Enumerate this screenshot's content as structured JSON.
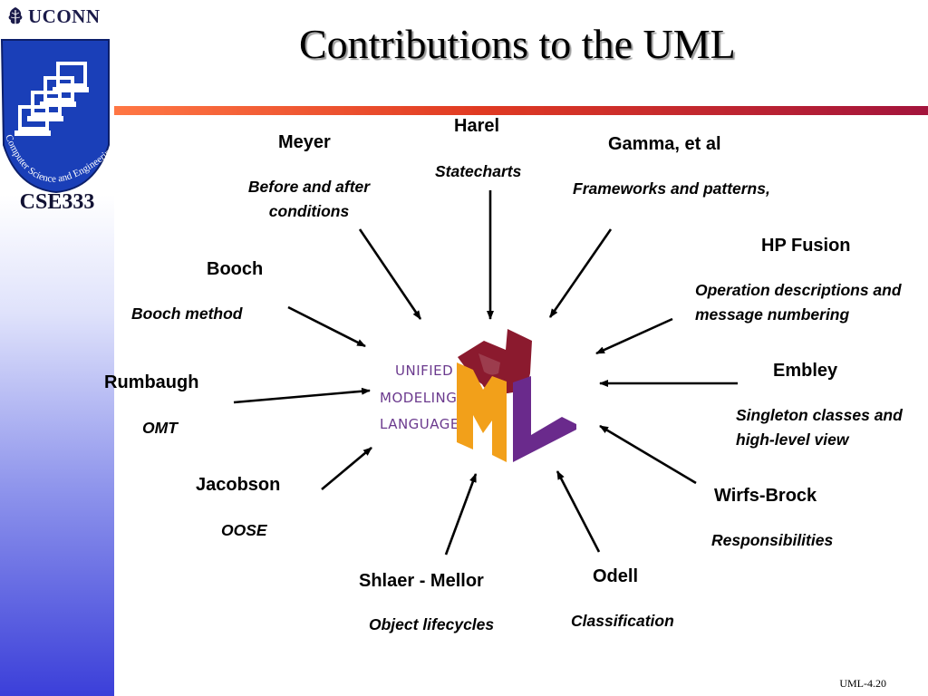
{
  "header": {
    "title": "Contributions to the UML"
  },
  "sidebar": {
    "institution": "UCONN",
    "seal_text": "Computer Science and Engineering",
    "course_code": "CSE333"
  },
  "center_logo": {
    "lines": [
      "UNIFIED",
      "MODELING",
      "LANGUAGE"
    ],
    "letters": [
      "U",
      "M",
      "L"
    ],
    "colors": {
      "U": "#8b1a2e",
      "M": "#f2a01a",
      "L": "#6a2a8c",
      "text": "#6b3a8e"
    }
  },
  "contributors": [
    {
      "name": "Harel",
      "contribution": "Statecharts"
    },
    {
      "name": "Meyer",
      "contribution": "Before and after conditions"
    },
    {
      "name": "Gamma, et al",
      "contribution": "Frameworks and patterns,"
    },
    {
      "name": "HP Fusion",
      "contribution": "Operation descriptions and message numbering"
    },
    {
      "name": "Booch",
      "contribution": "Booch method"
    },
    {
      "name": "Embley",
      "contribution": "Singleton classes and high-level view"
    },
    {
      "name": "Rumbaugh",
      "contribution": "OMT"
    },
    {
      "name": "Wirfs-Brock",
      "contribution": "Responsibilities"
    },
    {
      "name": "Jacobson",
      "contribution": "OOSE"
    },
    {
      "name": "Odell",
      "contribution": "Classification"
    },
    {
      "name": "Shlaer - Mellor",
      "contribution": "Object lifecycles"
    }
  ],
  "footer": {
    "slide_number": "UML-4.20"
  },
  "colors": {
    "title_rule_start": "#ff7744",
    "title_rule_end": "#a3143c",
    "sidebar_bottom": "#3b3fd9",
    "seal_blue": "#1a3fb8"
  }
}
